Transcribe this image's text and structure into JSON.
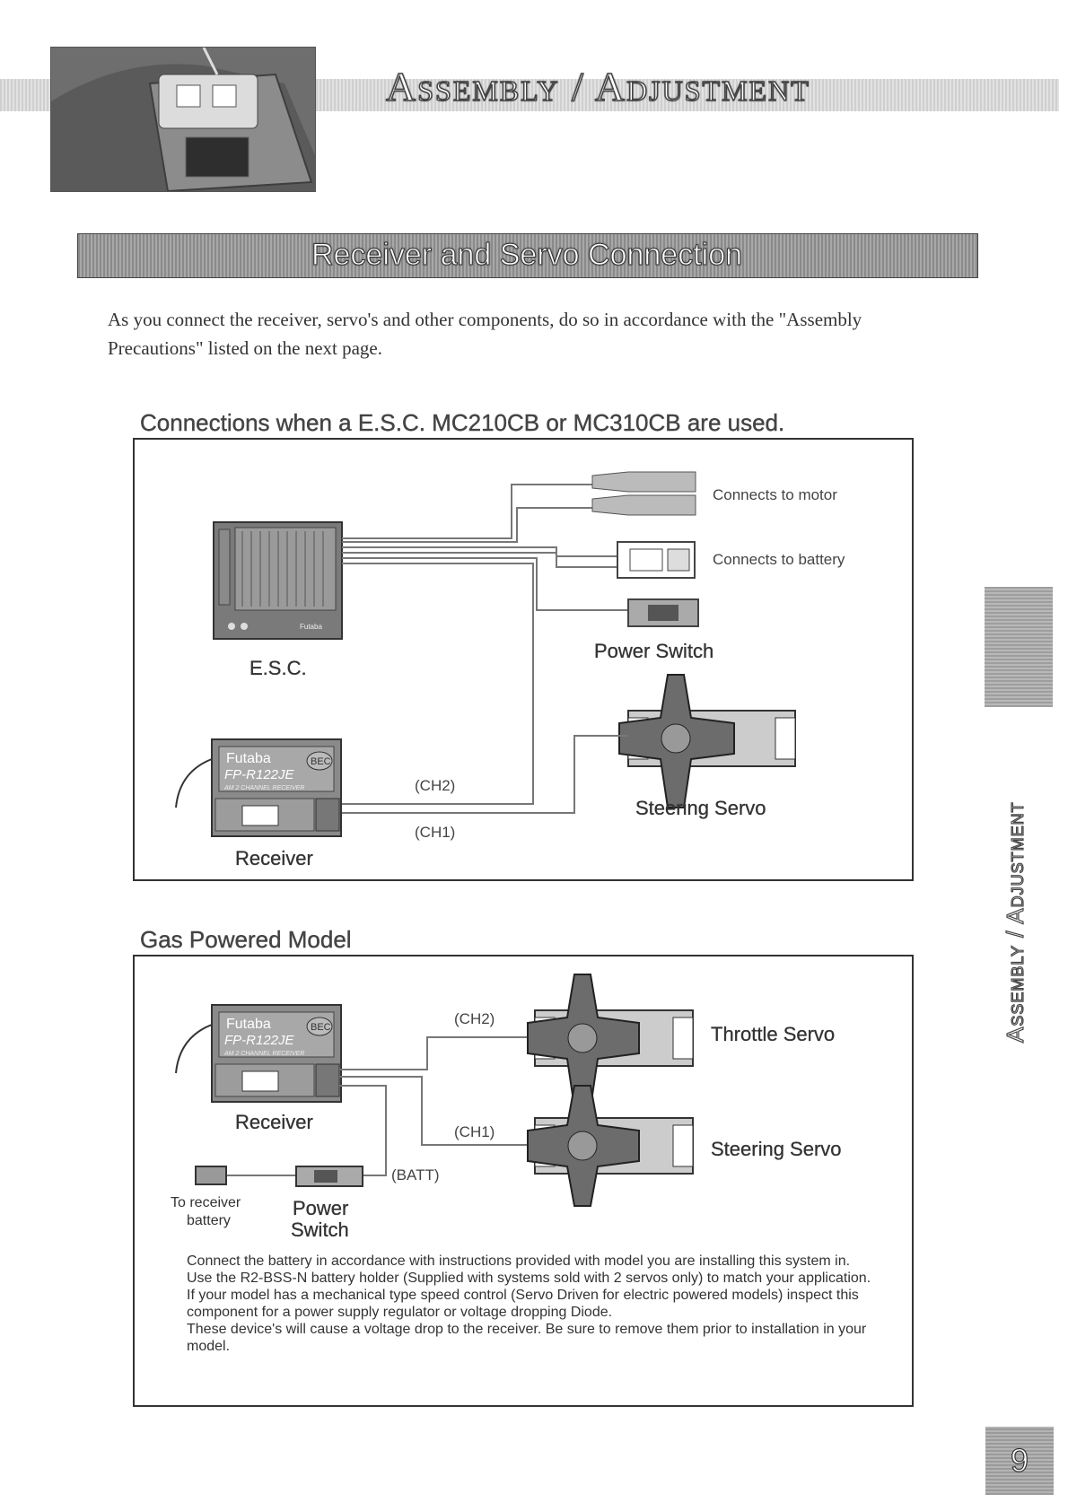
{
  "header": {
    "title": "Assembly / Adjustment"
  },
  "section": {
    "title": "Receiver and Servo Connection"
  },
  "intro": "As you connect the receiver, servo's and other components, do so in accordance with the \"Assembly Precautions\" listed on the next page.",
  "diagram1": {
    "heading": "Connections when a E.S.C. MC210CB or MC310CB are used.",
    "connects_motor": "Connects to motor",
    "connects_battery": "Connects to battery",
    "power_switch": "Power Switch",
    "esc": "E.S.C.",
    "ch2": "(CH2)",
    "ch1": "(CH1)",
    "steering_servo": "Steering Servo",
    "receiver": "Receiver",
    "receiver_brand": "Futaba",
    "receiver_model": "FP-R122JE",
    "receiver_sub": "AM 2 CHANNEL RECEIVER",
    "bec": "BEC",
    "esc_brand": "Futaba"
  },
  "diagram2": {
    "heading": "Gas Powered Model",
    "ch2": "(CH2)",
    "ch1": "(CH1)",
    "batt": "(BATT)",
    "throttle_servo": "Throttle Servo",
    "steering_servo": "Steering Servo",
    "receiver": "Receiver",
    "receiver_brand": "Futaba",
    "receiver_model": "FP-R122JE",
    "receiver_sub": "AM 2 CHANNEL RECEIVER",
    "bec": "BEC",
    "to_receiver": "To receiver",
    "battery": "battery",
    "power": "Power",
    "switch": "Switch"
  },
  "notes": [
    "Connect the battery in accordance with instructions provided with model you are installing this system in.",
    "Use the R2-BSS-N battery holder (Supplied with systems sold with 2 servos only) to match your application.",
    "If your model has a mechanical type speed control (Servo Driven for electric powered models) inspect this component for a power supply regulator or voltage dropping Diode.",
    "These device's will cause a voltage drop to the receiver. Be sure to remove them prior to installation in your model."
  ],
  "side_tab": "Assembly / Adjustment",
  "page_number": "9"
}
